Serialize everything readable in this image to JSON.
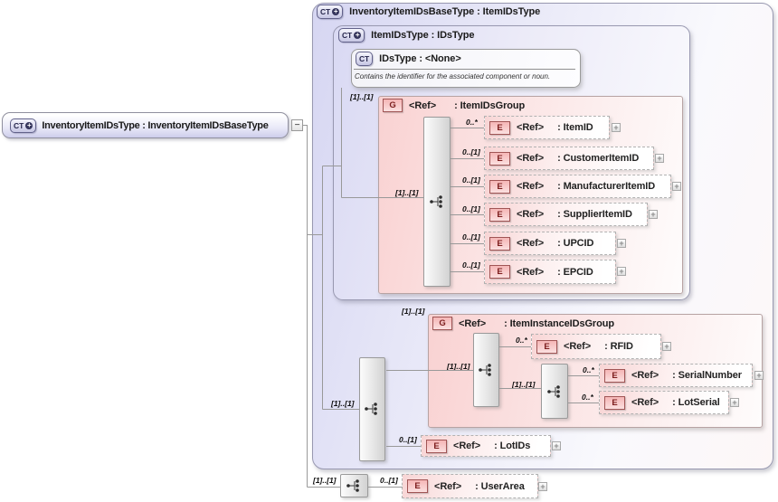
{
  "glyphs": {
    "plus": "+",
    "minus": "−"
  },
  "icons": {
    "complex_type": "CT",
    "group": "G",
    "element": "E"
  },
  "colors": {
    "lavender_fill": "#d8d8f3",
    "pink_fill": "#f8d4d4",
    "icon_red": "#7c1d1d",
    "icon_navy": "#35355c",
    "line": "#999999"
  },
  "root_element": {
    "label": "InventoryItemIDsType : InventoryItemIDsBaseType"
  },
  "base_type": {
    "label": "InventoryItemIDsBaseType : ItemIDsType"
  },
  "item_ids_type": {
    "label": "ItemIDsType : IDsType"
  },
  "ids_type": {
    "label": "IDsType : <None>",
    "annotation": "Contains the identifier for the associated component or noun."
  },
  "item_ids_group": {
    "ref": "<Ref>",
    "name": ": ItemIDsGroup",
    "cardinality": "[1]..[1]",
    "seq_cardinality": "[1]..[1]",
    "children": [
      {
        "ref": "<Ref>",
        "name": ": ItemID",
        "card": "0..*"
      },
      {
        "ref": "<Ref>",
        "name": ": CustomerItemID",
        "card": "0..[1]"
      },
      {
        "ref": "<Ref>",
        "name": ": ManufacturerItemID",
        "card": "0..[1]"
      },
      {
        "ref": "<Ref>",
        "name": ": SupplierItemID",
        "card": "0..[1]"
      },
      {
        "ref": "<Ref>",
        "name": ": UPCID",
        "card": "0..[1]"
      },
      {
        "ref": "<Ref>",
        "name": ": EPCID",
        "card": "0..[1]"
      }
    ]
  },
  "base_sequence": {
    "cardinality": "[1]..[1]"
  },
  "item_instance_ids_group": {
    "ref": "<Ref>",
    "name": ": ItemInstanceIDsGroup",
    "cardinality": "[1]..[1]",
    "seq_cardinality": "[1]..[1]",
    "inner_seq_cardinality": "[1]..[1]",
    "rfid": {
      "ref": "<Ref>",
      "name": ": RFID",
      "card": "0..*"
    },
    "serial_number": {
      "ref": "<Ref>",
      "name": ": SerialNumber",
      "card": "0..*"
    },
    "lot_serial": {
      "ref": "<Ref>",
      "name": ": LotSerial",
      "card": "0..*"
    }
  },
  "lot_ids": {
    "ref": "<Ref>",
    "name": ": LotIDs",
    "card": "0..[1]"
  },
  "root_sequence": {
    "cardinality": "[1]..[1]"
  },
  "user_area": {
    "ref": "<Ref>",
    "name": ": UserArea",
    "card": "0..[1]"
  }
}
